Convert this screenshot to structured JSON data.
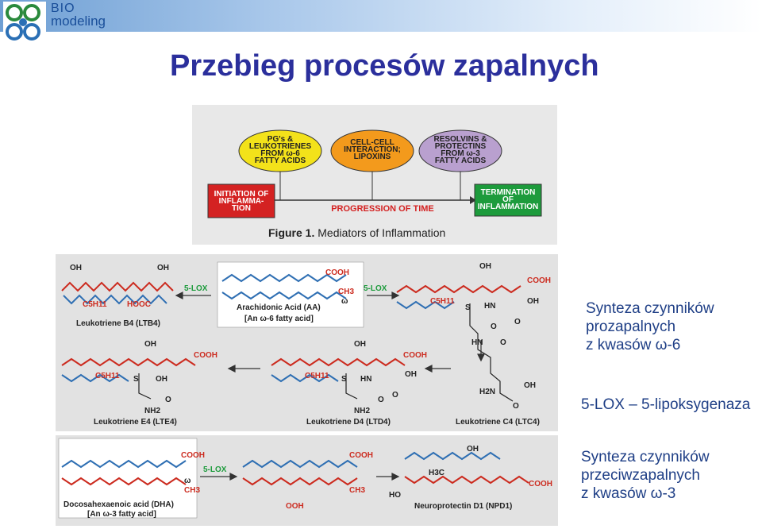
{
  "header": {
    "logo_line1": "BIO",
    "logo_line2": "modeling"
  },
  "slide": {
    "title": "Przebieg procesów zapalnych"
  },
  "timeline": {
    "bubble1": [
      "PG's &",
      "LEUKOTRIENES",
      "FROM ω-6",
      "FATTY ACIDS"
    ],
    "bubble2": [
      "CELL-CELL",
      "INTERACTION;",
      "LIPOXINS"
    ],
    "bubble3": [
      "RESOLVINS &",
      "PROTECTINS",
      "FROM ω-3",
      "FATTY ACIDS"
    ],
    "start": [
      "INITIATION OF",
      "INFLAMMA-",
      "TION"
    ],
    "end": [
      "TERMINATION",
      "OF",
      "INFLAMMATION"
    ],
    "progression": "PROGRESSION OF TIME",
    "caption_bold": "Figure 1.",
    "caption_rest": " Mediators of Inflammation"
  },
  "chemistry": {
    "aa_label": "Arachidonic Acid (AA)",
    "aa_sub": "[An ω-6 fatty acid]",
    "ltb4": "Leukotriene B4 (LTB4)",
    "lte4": "Leukotriene E4 (LTE4)",
    "ltd4": "Leukotriene D4 (LTD4)",
    "ltc4": "Leukotriene C4 (LTC4)",
    "dha": "Docosahexaenoic acid (DHA)",
    "dha_sub": "[An ω-3 fatty acid]",
    "npd1": "Neuroprotectin D1 (NPD1)",
    "enzyme": "5-LOX",
    "oh": "OH",
    "cooh": "COOH",
    "ch3": "CH3",
    "hooc": "HOOC",
    "c5h11": "C5H11",
    "omega": "ω",
    "s": "S",
    "hn": "HN",
    "o": "O",
    "nh2": "NH2",
    "h2n": "H2N",
    "h3c": "H3C",
    "ho": "HO",
    "ooh": "OOH"
  },
  "notes": {
    "block1": [
      "Synteza czynników",
      "prozapalnych",
      "z kwasów ω-6"
    ],
    "block2": "5-LOX – 5-lipoksygenaza",
    "block3": [
      "Synteza czynników",
      "przeciwzapalnych",
      "z kwasów ω-3"
    ]
  },
  "colors": {
    "title": "#2b2f9c",
    "notes": "#1f3f86",
    "bubble_yellow": "#f3e21a",
    "bubble_orange": "#f39a1c",
    "bubble_purple": "#b9a0cf",
    "box_red": "#d42222",
    "box_green": "#1d9b3c",
    "chem_red": "#cc2b1f",
    "chem_blue": "#2f6fb3"
  }
}
